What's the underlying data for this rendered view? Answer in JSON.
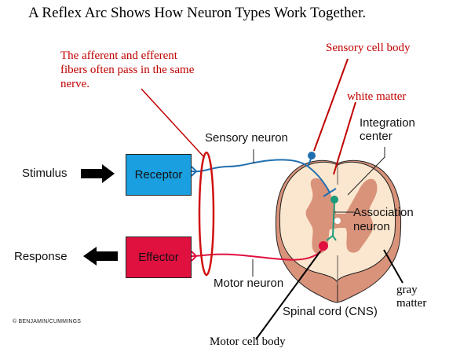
{
  "title": "A Reflex Arc Shows How Neuron Types Work Together.",
  "annotations": {
    "fibers_note": [
      "The afferent and efferent",
      "fibers often pass in the same",
      "nerve."
    ],
    "sensory_cell_body": "Sensory cell body",
    "white_matter": "white matter",
    "gray_matter": [
      "gray",
      "matter"
    ],
    "motor_cell_body": "Motor cell body"
  },
  "labels": {
    "stimulus": "Stimulus",
    "response": "Response",
    "receptor": "Receptor",
    "effector": "Effector",
    "sensory_neuron": "Sensory neuron",
    "motor_neuron": "Motor neuron",
    "integration_center": [
      "Integration",
      "center"
    ],
    "association_neuron": [
      "Association",
      "neuron"
    ],
    "spinal_cord": "Spinal cord (CNS)"
  },
  "copyright": "© BENJAMIN/CUMMINGS",
  "colors": {
    "annotation_red": "#c00000",
    "receptor_blue": "#1aa0e0",
    "effector_red": "#e0103f",
    "sensory_neuron_blue": "#1f6fb0",
    "association_green": "#1a9a7a",
    "white_matter": "#fbe7cf",
    "gray_matter": "#d9937a"
  }
}
